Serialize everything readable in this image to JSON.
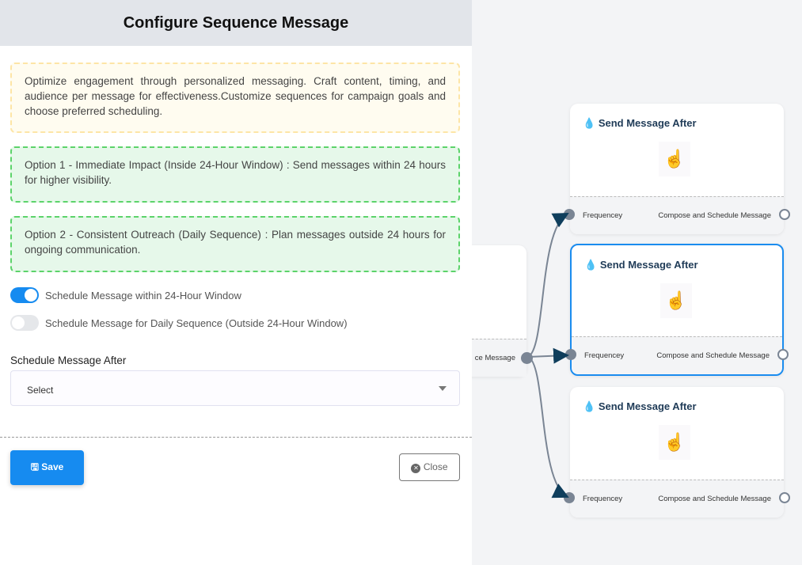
{
  "panel": {
    "title": "Configure Sequence Message",
    "info": "Optimize engagement through personalized messaging. Craft content, timing, and audience per message for effectiveness.Customize sequences for campaign goals and choose preferred scheduling.",
    "option1": "Option 1 - Immediate Impact (Inside 24-Hour Window) : Send messages within 24 hours for higher visibility.",
    "option2": "Option 2 - Consistent Outreach (Daily Sequence) : Plan messages outside 24 hours for ongoing communication.",
    "toggle1": {
      "label": "Schedule Message within 24-Hour Window",
      "on": true
    },
    "toggle2": {
      "label": "Schedule Message for Daily Sequence (Outside 24-Hour Window)",
      "on": false
    },
    "select_label": "Schedule Message After",
    "select_value": "Select",
    "save": "Save",
    "close": "Close"
  },
  "canvas": {
    "source_output": "ce Message",
    "cards": [
      {
        "title": "Send Message After",
        "in": "Frequencey",
        "out": "Compose and Schedule Message",
        "selected": false
      },
      {
        "title": "Send Message After",
        "in": "Frequencey",
        "out": "Compose and Schedule Message",
        "selected": true
      },
      {
        "title": "Send Message After",
        "in": "Frequencey",
        "out": "Compose and Schedule Message",
        "selected": false
      }
    ]
  },
  "colors": {
    "accent": "#168bf0",
    "edge": "#7a8594",
    "arrow": "#0f3e5c"
  }
}
